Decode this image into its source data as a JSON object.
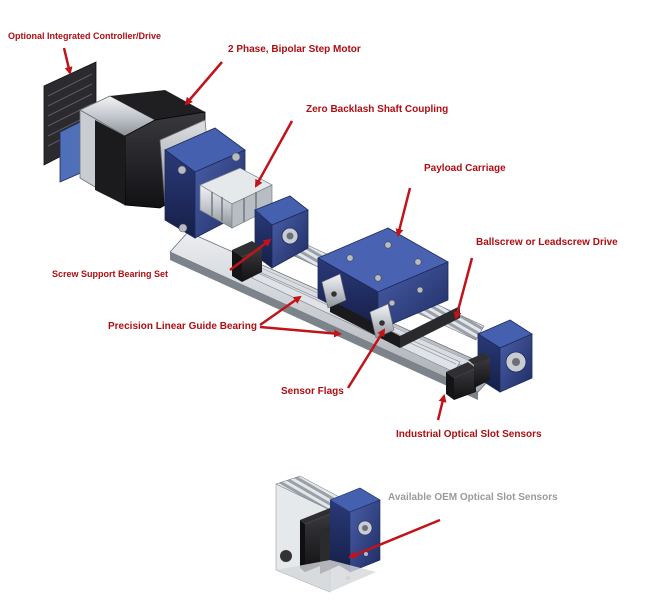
{
  "labels": {
    "controller": "Optional Integrated Controller/Drive",
    "motor": "2 Phase, Bipolar Step Motor",
    "coupling": "Zero Backlash Shaft Coupling",
    "carriage": "Payload Carriage",
    "ballscrew": "Ballscrew or Leadscrew Drive",
    "support_bearing": "Screw Support Bearing Set",
    "linear_guide": "Precision Linear Guide Bearing",
    "sensor_flags": "Sensor Flags",
    "slot_sensors": "Industrial Optical Slot Sensors"
  },
  "inset": {
    "title": "Available OEM Optical Slot Sensors"
  },
  "colors": {
    "label": "#b00d12",
    "arrow": "#c0141a",
    "inset_title": "#9a9a9a",
    "housing_blue": "#2c3f82",
    "motor_black": "#1c1c1e",
    "rail_silver": "#c9ccd1"
  }
}
